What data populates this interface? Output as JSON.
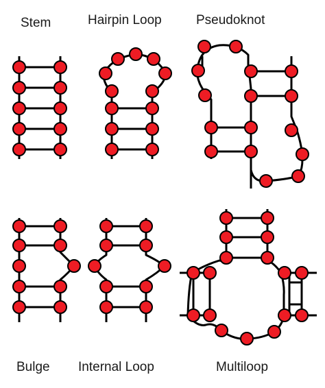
{
  "labels": {
    "stem": "Stem",
    "hairpin": "Hairpin Loop",
    "pseudoknot": "Pseudoknot",
    "bulge": "Bulge",
    "internal": "Internal Loop",
    "multiloop": "Multiloop"
  },
  "colors": {
    "nucleotide_fill": "#ee1c24",
    "stroke": "#000000",
    "text": "#1a1a1a",
    "background": "#ffffff"
  }
}
